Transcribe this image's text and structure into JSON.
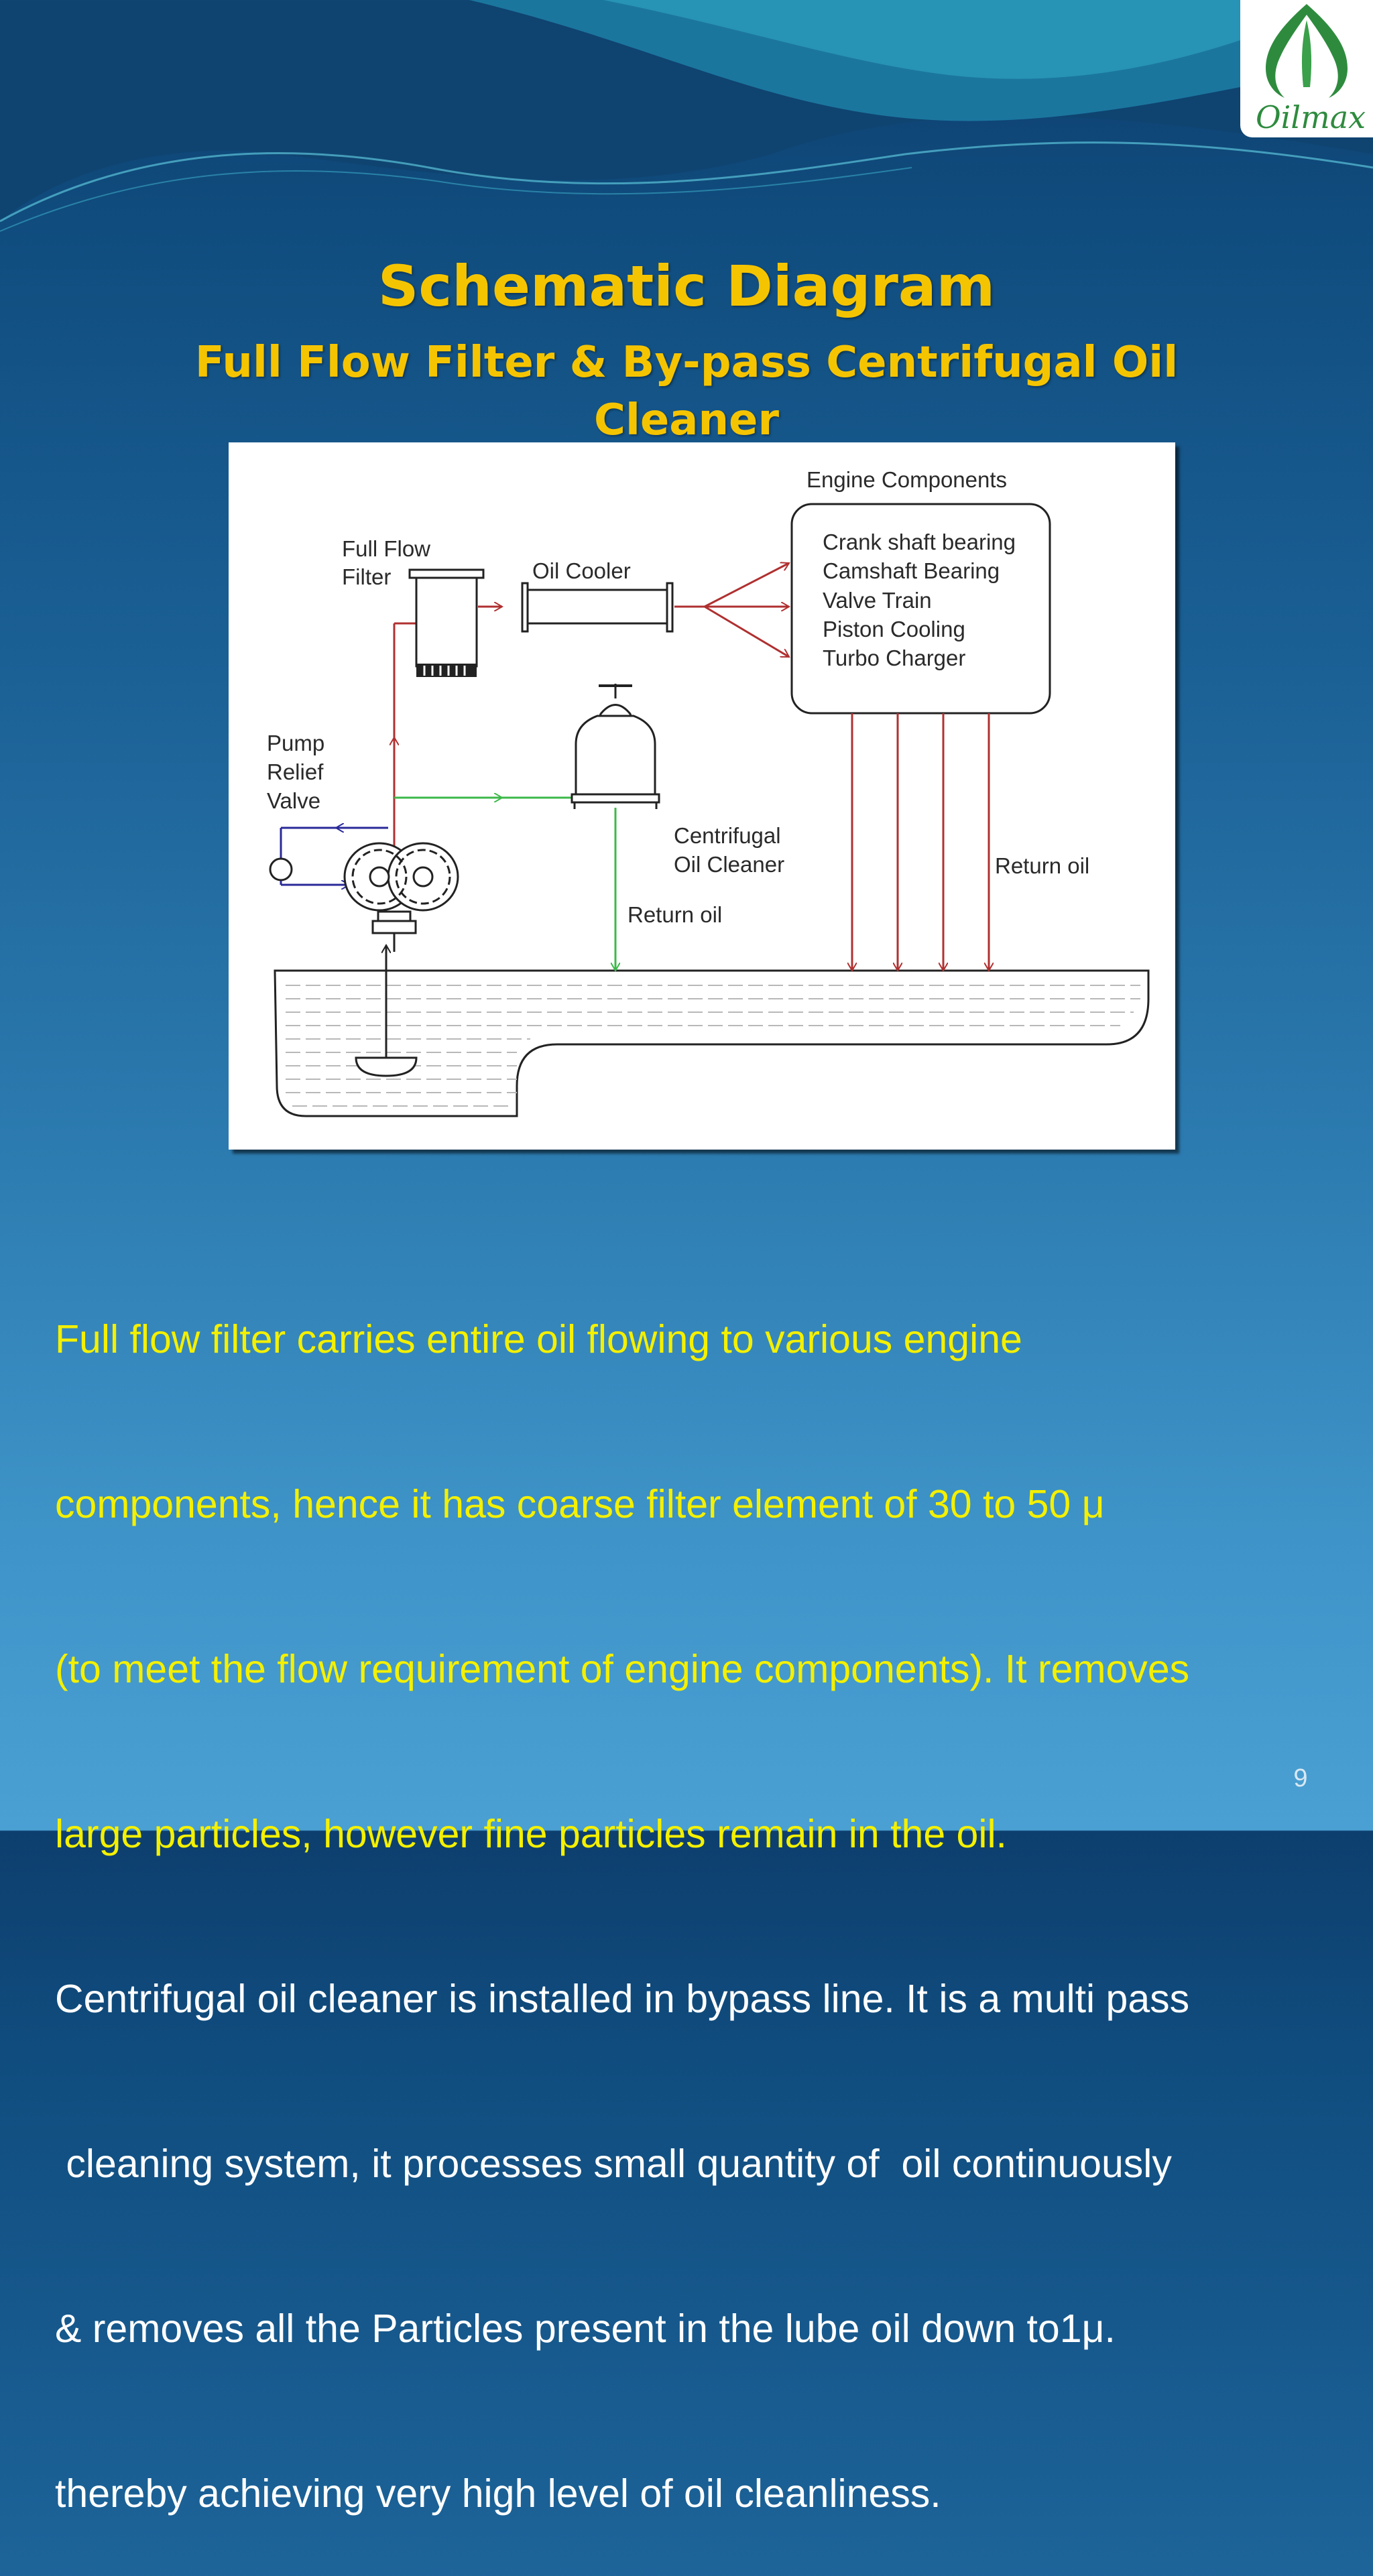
{
  "slide": {
    "title": "Schematic Diagram",
    "subtitle": "Full Flow Filter & By-pass Centrifugal Oil Cleaner",
    "logo": {
      "text": "Oilmax",
      "icon": "leaf-drop-icon"
    },
    "page_number": "9"
  },
  "diagram": {
    "engine_components_title": "Engine Components",
    "engine_components": [
      "Crank shaft bearing",
      "Camshaft Bearing",
      "Valve Train",
      "Piston Cooling",
      "Turbo Charger"
    ],
    "full_flow_filter": [
      "Full Flow",
      "Filter"
    ],
    "oil_cooler": "Oil Cooler",
    "pump_relief_valve": [
      "Pump",
      "Relief",
      "Valve"
    ],
    "centrifugal_cleaner": [
      "Centrifugal",
      "Oil Cleaner"
    ],
    "return_oil_left": "Return oil",
    "return_oil_right": "Return oil",
    "colors": {
      "full_flow_line": "#b03030",
      "bypass_line": "#3cb84a",
      "relief_line": "#2a2a9a",
      "outline": "#222222"
    }
  },
  "body": {
    "yellow_lines": [
      "Full flow filter carries entire oil flowing to various engine",
      "components, hence it has coarse filter element of 30 to 50 μ",
      "(to meet the flow requirement of engine components). It removes",
      "large particles, however fine particles remain in the oil."
    ],
    "white_lines": [
      "Centrifugal oil cleaner is installed in bypass line. It is a multi pass",
      " cleaning system, it processes small quantity of  oil continuously",
      "& removes all the Particles present in the lube oil down to1μ.",
      "thereby achieving very high level of oil cleanliness."
    ]
  },
  "theme": {
    "title_color": "#f5c400",
    "yellow_text": "#f4f000",
    "white_text": "#ffffff"
  }
}
